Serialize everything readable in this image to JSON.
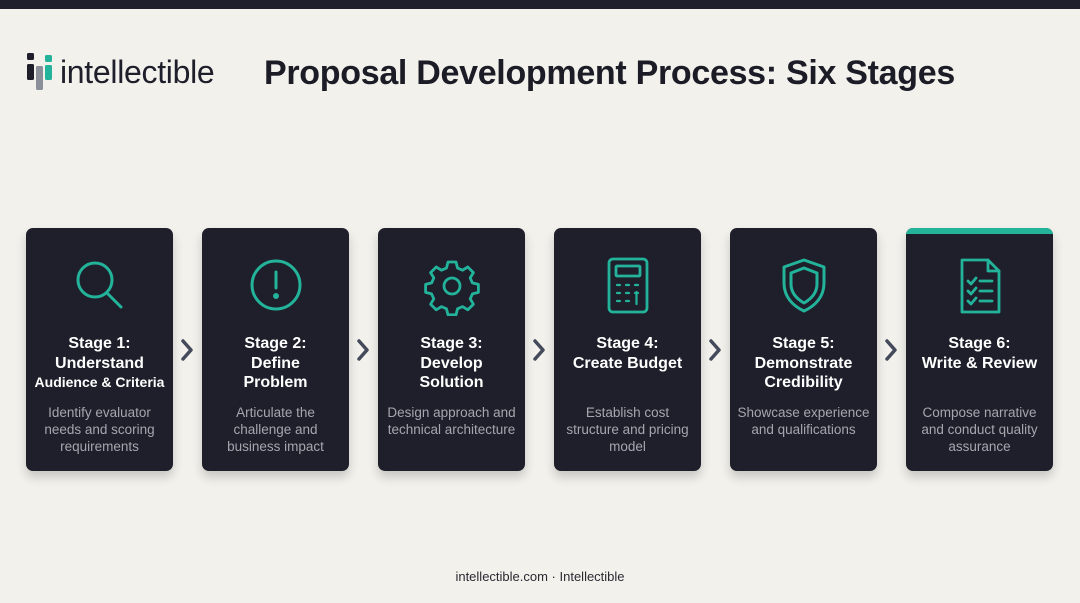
{
  "brand": {
    "name": "intellectible",
    "accent": "#23b39b",
    "dark": "#1f1f2b",
    "background": "#f2f1ec"
  },
  "header": {
    "title": "Proposal Development Process: Six Stages"
  },
  "stages": [
    {
      "title_line1": "Stage 1:",
      "title_line2": "Understand",
      "title_line3": "Audience & Criteria",
      "description": "Identify evaluator needs and scoring requirements",
      "icon": "magnifying-glass-icon"
    },
    {
      "title_line1": "Stage 2:",
      "title_line2": "Define",
      "title_line3": "Problem",
      "description": "Articulate the challenge and business impact",
      "icon": "exclamation-circle-icon"
    },
    {
      "title_line1": "Stage 3:",
      "title_line2": "Develop",
      "title_line3": "Solution",
      "description": "Design approach and technical architecture",
      "icon": "gear-icon"
    },
    {
      "title_line1": "Stage 4:",
      "title_line2": "Create Budget",
      "title_line3": "",
      "description": "Establish cost structure and pricing model",
      "icon": "calculator-icon"
    },
    {
      "title_line1": "Stage 5:",
      "title_line2": "Demonstrate",
      "title_line3": "Credibility",
      "description": "Showcase experience and qualifications",
      "icon": "shield-icon"
    },
    {
      "title_line1": "Stage 6:",
      "title_line2": "Write & Review",
      "title_line3": "",
      "description": "Compose narrative and conduct quality assurance",
      "icon": "checklist-document-icon"
    }
  ],
  "footer": {
    "text": "intellectible.com · Intellectible"
  }
}
